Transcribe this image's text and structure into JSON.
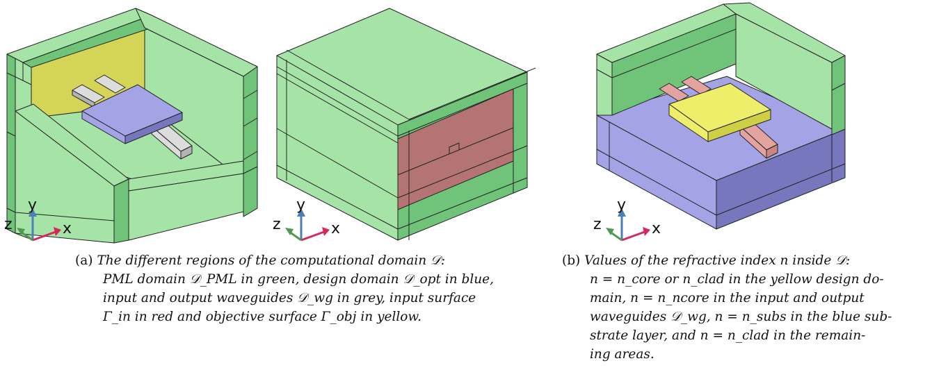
{
  "colors": {
    "pml_green": "#a6e3a6",
    "pml_green_dark": "#6fc47a",
    "pml_green_mid": "#8fd48f",
    "design_blue": "#a3a3e6",
    "design_blue_dark": "#7777bd",
    "waveguide_grey": "#dcdcdc",
    "waveguide_grey_dark": "#b3b3b3",
    "input_red": "#b57474",
    "objective_yellow": "#d4d456",
    "core_yellow": "#eeee6a",
    "core_yellow_dark": "#cfcf45",
    "waveguide_pink": "#e3a3a0",
    "waveguide_pink_dark": "#c98682",
    "axis_x": "#d42a5b",
    "axis_y": "#4a7fb8",
    "axis_z": "#4f9a52"
  },
  "axes_triads": [
    {
      "x": "x",
      "y": "y",
      "z": "z"
    },
    {
      "x": "x",
      "y": "y",
      "z": "z"
    },
    {
      "x": "x",
      "y": "y",
      "z": "z"
    }
  ],
  "captions": {
    "a": {
      "tag": "(a)",
      "line1": "The different regions of the computational domain 𝒟:",
      "line2": "PML domain 𝒟_PML in green, design domain 𝒟_opt in blue,",
      "line3": "input and output waveguides 𝒟_wg in grey, input surface",
      "line4": "Γ_in in red and objective surface Γ_obj in yellow."
    },
    "b": {
      "tag": "(b)",
      "line1": "Values of the refractive index n inside 𝒟:",
      "line2": "n = n_core or n_clad in the yellow design do-",
      "line3": "main, n = n_ncore in the input and output",
      "line4": "waveguides 𝒟_wg, n = n_subs in the blue sub-",
      "line5": "strate layer, and n = n_clad in the remain-",
      "line6": "ing areas."
    }
  }
}
